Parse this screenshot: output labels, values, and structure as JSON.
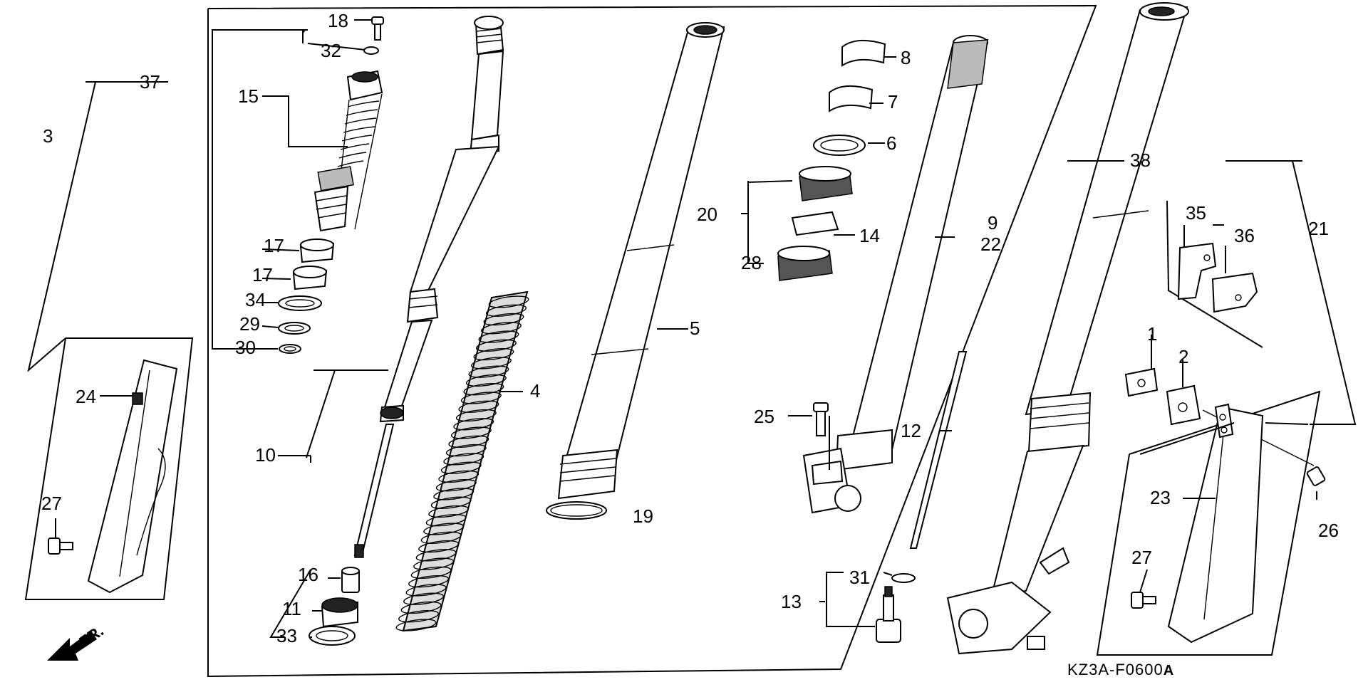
{
  "labels": {
    "p1": "1",
    "p2": "2",
    "p3": "3",
    "p4": "4",
    "p5": "5",
    "p6": "6",
    "p7": "7",
    "p8": "8",
    "p9": "9",
    "p10": "10",
    "p11": "11",
    "p12": "12",
    "p13": "13",
    "p14": "14",
    "p15": "15",
    "p16": "16",
    "p17a": "17",
    "p17b": "17",
    "p18": "18",
    "p19": "19",
    "p20": "20",
    "p21": "21",
    "p22": "22",
    "p23": "23",
    "p24": "24",
    "p25": "25",
    "p26": "26",
    "p27a": "27",
    "p27b": "27",
    "p28": "28",
    "p29": "29",
    "p30": "30",
    "p31": "31",
    "p32": "32",
    "p33": "33",
    "p34": "34",
    "p35": "35",
    "p36": "36",
    "p37": "37",
    "p38": "38"
  },
  "direction_marker": "FR.",
  "diagram_code": "KZ3A-F0600",
  "diagram_code_suffix": "A"
}
